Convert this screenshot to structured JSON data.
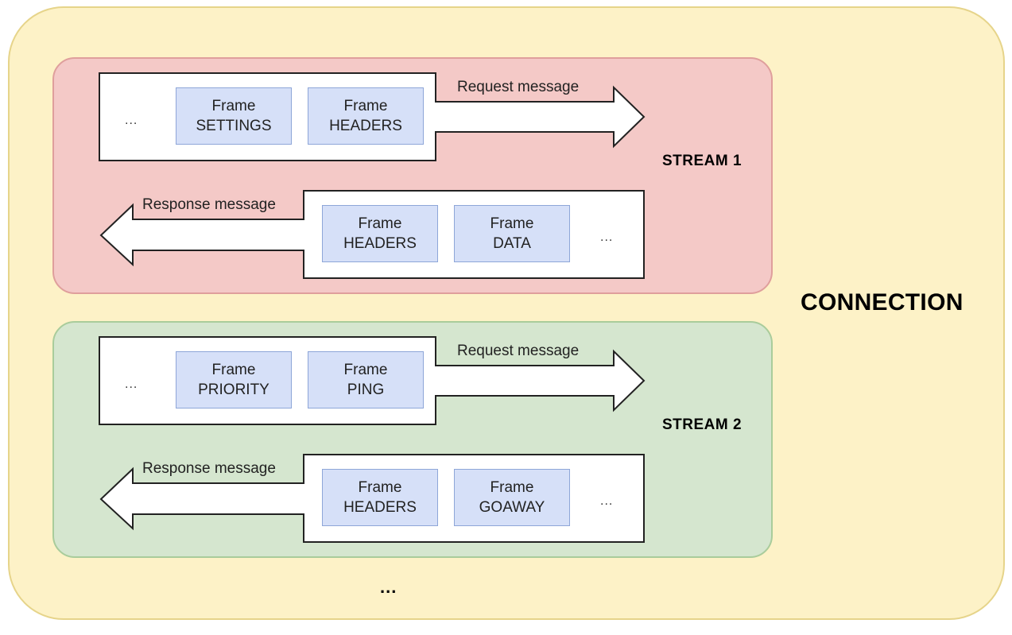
{
  "connection": {
    "label": "CONNECTION",
    "more": "..."
  },
  "streams": [
    {
      "label": "STREAM 1",
      "request": {
        "label": "Request message",
        "leading": "...",
        "frames": [
          {
            "line1": "Frame",
            "line2": "SETTINGS"
          },
          {
            "line1": "Frame",
            "line2": "HEADERS"
          }
        ]
      },
      "response": {
        "label": "Response message",
        "trailing": "...",
        "frames": [
          {
            "line1": "Frame",
            "line2": "HEADERS"
          },
          {
            "line1": "Frame",
            "line2": "DATA"
          }
        ]
      }
    },
    {
      "label": "STREAM 2",
      "request": {
        "label": "Request message",
        "leading": "...",
        "frames": [
          {
            "line1": "Frame",
            "line2": "PRIORITY"
          },
          {
            "line1": "Frame",
            "line2": "PING"
          }
        ]
      },
      "response": {
        "label": "Response message",
        "trailing": "...",
        "frames": [
          {
            "line1": "Frame",
            "line2": "HEADERS"
          },
          {
            "line1": "Frame",
            "line2": "GOAWAY"
          }
        ]
      }
    }
  ],
  "colors": {
    "connection_fill": "#fdf2c7",
    "stream1_fill": "#f4c9c7",
    "stream2_fill": "#d5e6cf",
    "frame_fill": "#d6e0f8"
  }
}
